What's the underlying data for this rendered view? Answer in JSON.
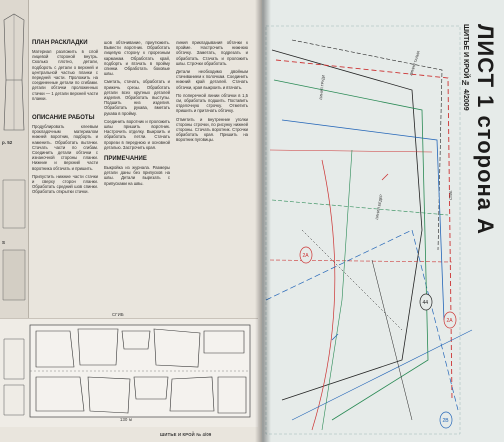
{
  "left_page": {
    "sidebar": {
      "label_left": "",
      "label_pg": "р. 52",
      "label_s": "S"
    },
    "col1": {
      "heading1": "ПЛАН РАСКЛАДКИ",
      "text1": "Материал разложить в слой лицевой стороной внутрь. Сколько плотно, детали, подбороть с детали о верхней и центральной частью планки с передней части. Проложить на соединенные детали по сгибами. детали обтачки проложенных стачки — 1 детали верхней части планки.",
      "heading2": "ОПИСАНИЕ РАБОТЫ",
      "text2": "Продублировать клеевым прокладочным материалом нижней воротник, подборть и наменить. Обработать вытачки. Стачать части по сгибам. Соединить детали обтачки с изнаночной стороны планки. Нижние и верхний части воротника обтачать и пришить.",
      "heading3": "",
      "text3": "Припустить нижние части стачки и сверху сторон планки. Обработать средний шов спинки. Обработать открытки стачки."
    },
    "col2": {
      "text1": "шов обтачивание, приутюжить. Вывести воротник. Обработать лицевую сторону к прорезным карманам. Обработать край, подборть и втачать в пройму спинки. Обработать боковые швы.",
      "text2": "Сметать, стачать, обработать и прижечь срезы. Обработать детали всех крупных деталей изделия. Обработать выступы. Подшить низ изделия. Обработать рукава, вметать рукава в пройму.",
      "text3": "Соединить воротник и проложить швы пришить воротник. Настрочить отделку. Выкроить и обработать петли. Стачать прорези в переднюю и основной деталью. Застрочить края.",
      "heading": "ПРИМЕЧАНИЕ",
      "text4": "Выкройка из журнала. Размеры детали даны без припусков на швы. Детали вырезать с припусками на швы."
    },
    "col3": {
      "text1": "линия прикладывания обтачки к пройме. Настрочить нижнюю обтачку. Заметать, подрезать и обработать. Стачать и проложить швы. Строчки обработать.",
      "text2": "Детали необходимо двойным стачиванием к полочкам. Соединить нижний край деталей. Стачать обтачки, края выкроить и втачать.",
      "text3": "По поперечной линии обтачки в 1,5 см, обработать подшить. Поставить отделочную строчку. Отметить пришить и притачать обтачку.",
      "text4": "Отметить и внутренние уголки стороны строчки, по рисунку нижней стороны. Стачать воротник. Строчки обработать края. Пришить на воротник пуговицы."
    },
    "figure": {
      "label": "СГИБ",
      "scale": "130 м"
    },
    "footer": "ШИТЬЕ И КРОЙ № 4/09"
  },
  "right_page": {
    "vertical_title": "ЛИСТ 1 сторона А",
    "vertical_sub": "ШИТЬЕ И КРОЙ № 4/2009",
    "markers": [
      "2А",
      "44",
      "2А",
      "2В"
    ],
    "line_labels": [
      "ЛИНИЯ ТАЛИИ",
      "ЛИНИЯ БЕДЕР",
      "ЛИНИЯ ГРУДИ",
      "СГИБ"
    ]
  }
}
